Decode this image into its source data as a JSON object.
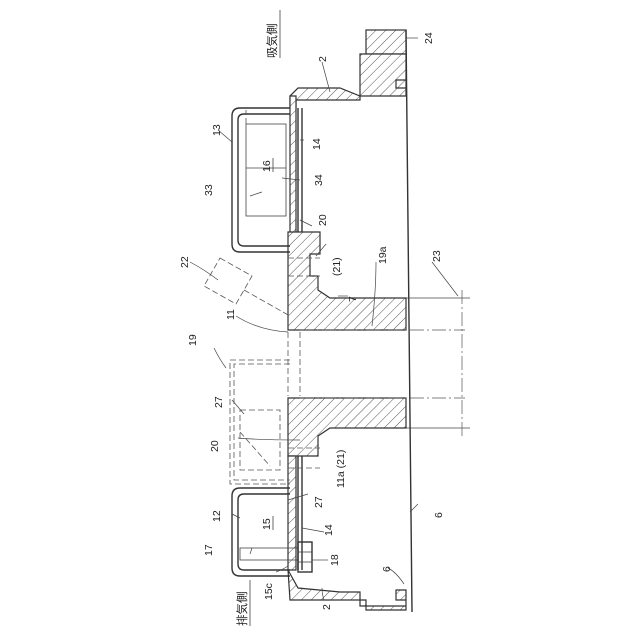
{
  "sides": {
    "intake": "吸気側",
    "exhaust": "排気側"
  },
  "labels": {
    "l2_top": "2",
    "l2_bottom": "2",
    "l6_right": "6",
    "l6_bottom": "6",
    "l7": "7",
    "l11": "11",
    "l11a": "11a (21)",
    "l12": "12",
    "l13": "13",
    "l14_top": "14",
    "l14_bottom": "14",
    "l15": "15",
    "l15c": "15c",
    "l16": "16",
    "l17": "17",
    "l18": "18",
    "l19": "19",
    "l19a": "19a",
    "l20_top": "20",
    "l20_bottom": "20",
    "l21": "(21)",
    "l22": "22",
    "l23": "23",
    "l24": "24",
    "l27_left": "27",
    "l27_mid": "27",
    "l33": "33",
    "l34": "34"
  }
}
